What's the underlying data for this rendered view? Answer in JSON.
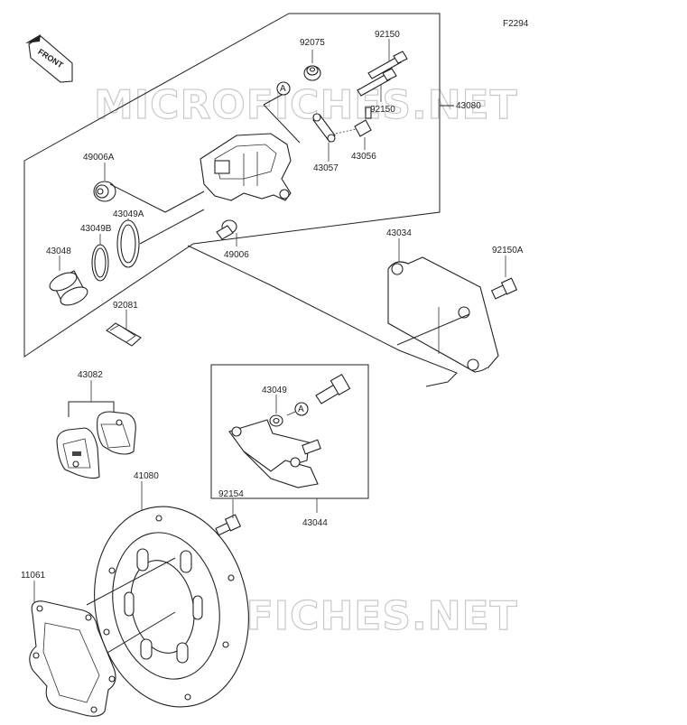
{
  "figure_code": "F2294",
  "front_indicator": "FRONT",
  "watermark": "MICROFICHES.NET",
  "ref_marker": "A",
  "part_numbers": {
    "p92075": "92075",
    "p92150_top": "92150",
    "p92150_mid": "92150",
    "p43080": "43080",
    "p49006A": "49006A",
    "p43057": "43057",
    "p43056": "43056",
    "p43049A": "43049A",
    "p43049B": "43049B",
    "p43048": "43048",
    "p49006": "49006",
    "p92081": "92081",
    "p43034": "43034",
    "p92150A": "92150A",
    "p43082": "43082",
    "p43049": "43049",
    "p43044": "43044",
    "p41080": "41080",
    "p92154": "92154",
    "p11061": "11061"
  }
}
